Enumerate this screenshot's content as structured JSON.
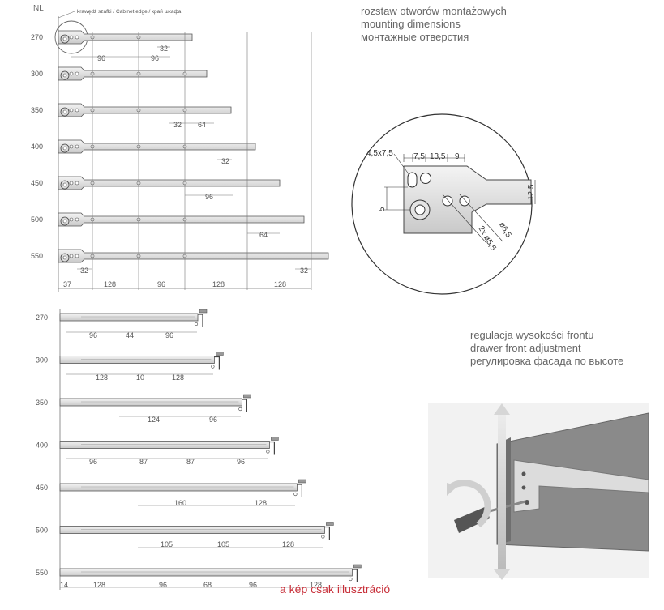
{
  "top": {
    "nl_label": "NL",
    "edge_note": "krawędź szafki / Cabinet edge / край шкафа",
    "rows": [
      {
        "nl": "270",
        "dims": [
          "96",
          "96",
          "32"
        ]
      },
      {
        "nl": "300",
        "dims": []
      },
      {
        "nl": "350",
        "dims": [
          "32",
          "64"
        ]
      },
      {
        "nl": "400",
        "dims": [
          "32"
        ]
      },
      {
        "nl": "450",
        "dims": [
          "96"
        ]
      },
      {
        "nl": "500",
        "dims": [
          "64"
        ]
      },
      {
        "nl": "550",
        "dims": [
          "32",
          "32"
        ]
      }
    ],
    "bottom_dims": [
      "37",
      "128",
      "96",
      "128",
      "128"
    ]
  },
  "mounting": {
    "lines": [
      "rozstaw otworów montażowych",
      "mounting dimensions",
      "монтажные отверстия"
    ],
    "labels": {
      "slot": "4,5x7,5",
      "d1": "7,5",
      "d2": "13,5",
      "d3": "9",
      "h1": "5",
      "h2": "12,5",
      "holes1": "2x ø5,5",
      "holes2": "ø6,5"
    }
  },
  "bottom": {
    "rows": [
      {
        "nl": "270",
        "dims": [
          "96",
          "44",
          "96"
        ]
      },
      {
        "nl": "300",
        "dims": [
          "128",
          "10",
          "128"
        ]
      },
      {
        "nl": "350",
        "dims": [
          "124",
          "96"
        ]
      },
      {
        "nl": "400",
        "dims": [
          "96",
          "87",
          "87",
          "96"
        ]
      },
      {
        "nl": "450",
        "dims": [
          "160",
          "128"
        ]
      },
      {
        "nl": "500",
        "dims": [
          "105",
          "105",
          "128"
        ]
      },
      {
        "nl": "550",
        "dims": [
          "14",
          "128",
          "96",
          "68",
          "96",
          "128"
        ]
      }
    ]
  },
  "adjust": {
    "lines": [
      "regulacja wysokości frontu",
      "drawer front adjustment",
      "регулировка фасада по высоте"
    ]
  },
  "watermark": "a kép csak illusztráció"
}
